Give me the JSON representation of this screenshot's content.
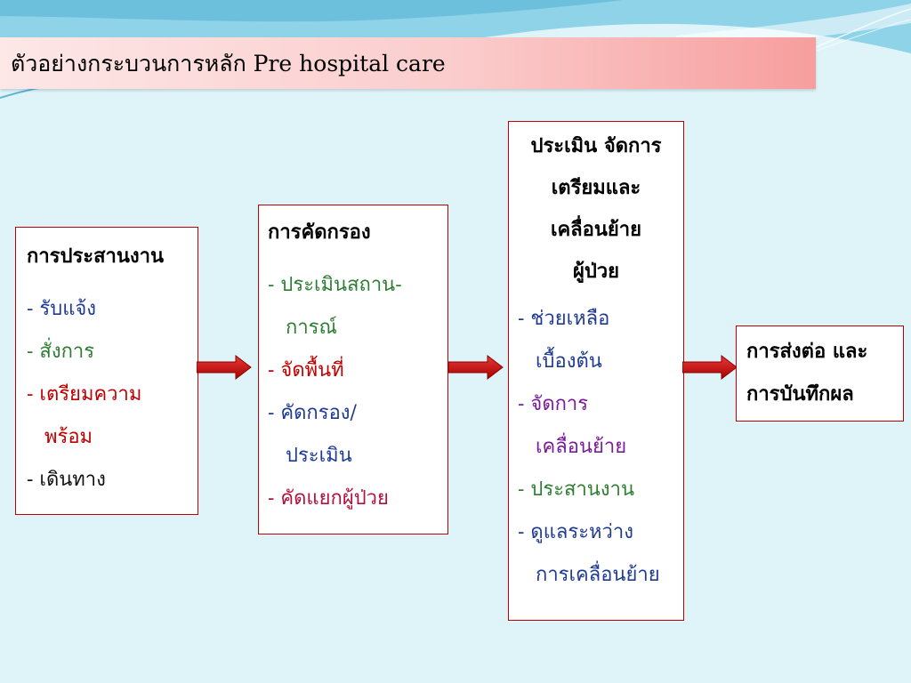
{
  "title": "ตัวอย่างกระบวนการหลัก Pre hospital care",
  "colors": {
    "background": "#dff4f9",
    "box_border": "#c00000",
    "arrow": "#c00000",
    "title_bar": "#f79e9e"
  },
  "boxes": {
    "coordination": {
      "heading": "การประสานงาน",
      "items": [
        {
          "line1": "- รับแจ้ง",
          "color": "#1f3a93"
        },
        {
          "line1": "- สั่งการ",
          "color": "#2e7d32"
        },
        {
          "line1": "- เตรียมความ",
          "line2": "พร้อม",
          "color": "#c00000"
        },
        {
          "line1": "- เดินทาง",
          "color": "#111111"
        }
      ]
    },
    "triage": {
      "heading": "การคัดกรอง",
      "items": [
        {
          "line1": "- ประเมินสถาน-",
          "line2": "การณ์",
          "color": "#2e7d32"
        },
        {
          "line1": "- จัดพื้นที่",
          "color": "#c00000"
        },
        {
          "line1": "- คัดกรอง/",
          "line2": "ประเมิน",
          "color": "#1f3a93"
        },
        {
          "line1": "- คัดแยกผู้ป่วย",
          "color": "#b0123e"
        }
      ]
    },
    "assess_move": {
      "heading_lines": [
        "ประเมิน จัดการ",
        "เตรียมและ",
        "เคลื่อนย้าย",
        "ผู้ป่วย"
      ],
      "items": [
        {
          "line1": "- ช่วยเหลือ",
          "line2": "เบื้องต้น",
          "color": "#1f3a93"
        },
        {
          "line1": "- จัดการ",
          "line2": "เคลื่อนย้าย",
          "color": "#7b1a9c"
        },
        {
          "line1": "- ประสานงาน",
          "color": "#2e7d32"
        },
        {
          "line1": "- ดูแลระหว่าง",
          "line2": "การเคลื่อนย้าย",
          "color": "#1f3a93"
        }
      ]
    },
    "referral": {
      "heading_lines": [
        "การส่งต่อ และ",
        "การบันทึกผล"
      ]
    }
  }
}
